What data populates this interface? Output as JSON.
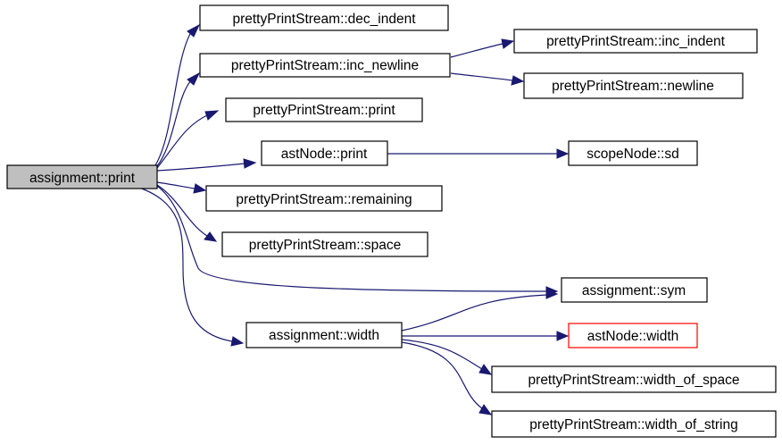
{
  "colors": {
    "edge": "#191970",
    "node_border": "#000000",
    "node_fill": "#ffffff",
    "root_fill": "#bfbfbf",
    "highlight_border": "#ff0000"
  },
  "nodes": {
    "root": "assignment::print",
    "dec_indent": "prettyPrintStream::dec_indent",
    "inc_newline": "prettyPrintStream::inc_newline",
    "inc_indent": "prettyPrintStream::inc_indent",
    "newline": "prettyPrintStream::newline",
    "pps_print": "prettyPrintStream::print",
    "ast_print": "astNode::print",
    "scope_sd": "scopeNode::sd",
    "remaining": "prettyPrintStream::remaining",
    "space": "prettyPrintStream::space",
    "sym": "assignment::sym",
    "width": "assignment::width",
    "ast_width": "astNode::width",
    "width_of_space": "prettyPrintStream::width_of_space",
    "width_of_string": "prettyPrintStream::width_of_string"
  }
}
